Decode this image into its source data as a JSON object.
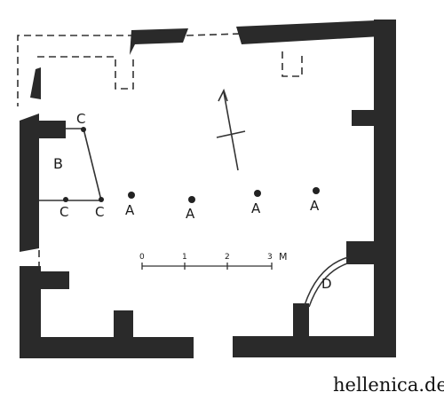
{
  "labels": {
    "columns": "A",
    "room": "B",
    "posts": "C",
    "door": "D"
  },
  "scale": {
    "ticks": [
      "0",
      "1",
      "2",
      "3"
    ],
    "unit": "M"
  },
  "watermark": "hellenica.de",
  "colors": {
    "wall": "#2a2a2a",
    "line": "#333333",
    "background": "#ffffff"
  }
}
